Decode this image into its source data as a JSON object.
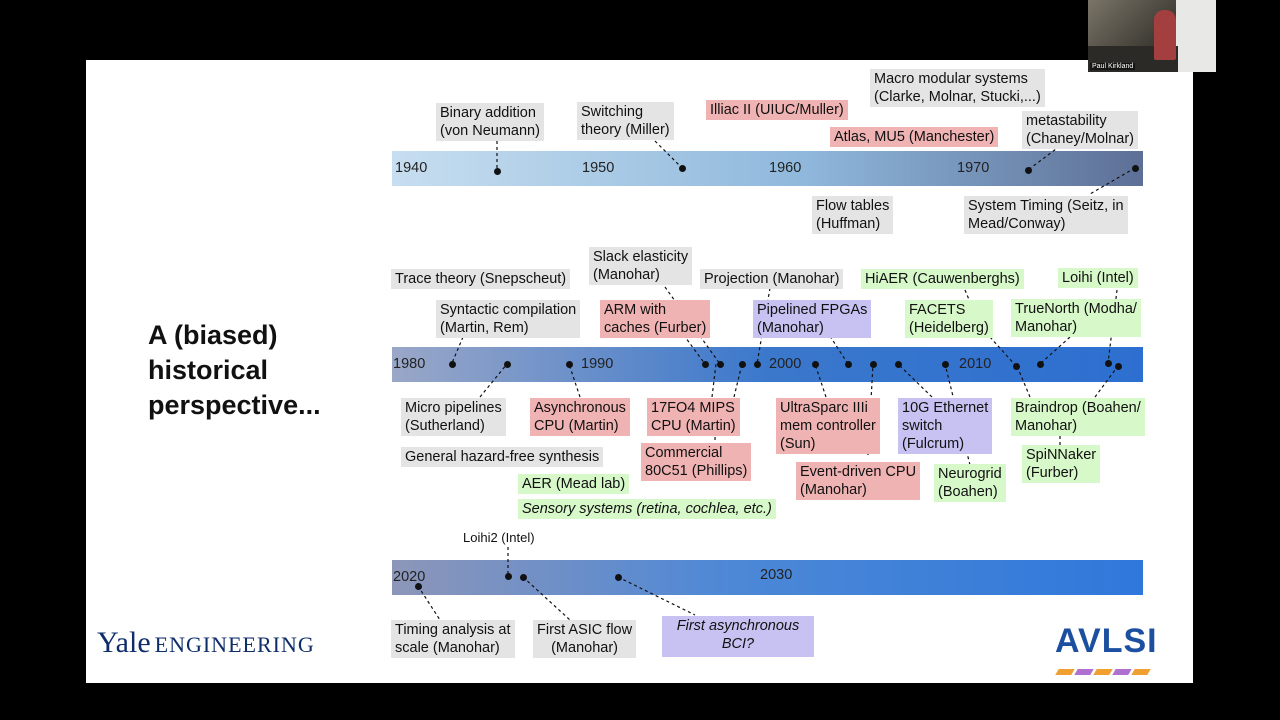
{
  "slide": {
    "title_lines": [
      "A (biased)",
      "historical",
      "perspective..."
    ],
    "yale_logo_word": "Yale",
    "yale_logo_sub": "ENGINEERING",
    "avlsi_logo": "AVLSI"
  },
  "video": {
    "participant_name": "Paul Kirkland"
  },
  "timeline1": {
    "years": [
      "1940",
      "1950",
      "1960",
      "1970"
    ],
    "labels": [
      [
        "Binary addition",
        "(von Neumann)"
      ],
      [
        "Switching",
        "theory (Miller)"
      ],
      [
        "Illiac II (UIUC/Muller)"
      ],
      [
        "Macro modular systems",
        "(Clarke, Molnar, Stucki,...)"
      ],
      [
        "Atlas, MU5 (Manchester)"
      ],
      [
        "metastability",
        "(Chaney/Molnar)"
      ],
      [
        "Flow tables",
        "(Huffman)"
      ],
      [
        "System Timing (Seitz, in",
        "Mead/Conway)"
      ]
    ]
  },
  "timeline2": {
    "years": [
      "1980",
      "1990",
      "2000",
      "2010"
    ],
    "labels": [
      [
        "Trace theory (Snepscheut)"
      ],
      [
        "Slack elasticity",
        "(Manohar)"
      ],
      [
        "Syntactic compilation",
        "(Martin, Rem)"
      ],
      [
        "ARM with",
        "caches (Furber)"
      ],
      [
        "Projection (Manohar)"
      ],
      [
        "Pipelined FPGAs",
        "(Manohar)"
      ],
      [
        "HiAER (Cauwenberghs)"
      ],
      [
        "FACETS",
        "(Heidelberg)"
      ],
      [
        "Loihi (Intel)"
      ],
      [
        "TrueNorth (Modha/",
        "Manohar)"
      ],
      [
        "Micro pipelines",
        "(Sutherland)"
      ],
      [
        "Asynchronous",
        "CPU (Martin)"
      ],
      [
        "17FO4  MIPS",
        "CPU (Martin)"
      ],
      [
        "UltraSparc IIIi",
        "mem controller",
        "(Sun)"
      ],
      [
        "10G Ethernet",
        "switch",
        "(Fulcrum)"
      ],
      [
        "Braindrop (Boahen/",
        "Manohar)"
      ],
      [
        "General hazard-free synthesis"
      ],
      [
        "Commercial",
        "80C51 (Phillips)"
      ],
      [
        "Event-driven CPU",
        "(Manohar)"
      ],
      [
        "Neurogrid",
        "(Boahen)"
      ],
      [
        "SpiNNaker",
        "(Furber)"
      ],
      [
        "AER (Mead lab)"
      ],
      [
        "Sensory systems (retina, cochlea, etc.)"
      ]
    ]
  },
  "timeline3": {
    "years": [
      "2020",
      "2030"
    ],
    "labels": [
      [
        "Loihi2 (Intel)"
      ],
      [
        "Timing analysis at",
        "scale (Manohar)"
      ],
      [
        "First ASIC flow",
        "(Manohar)"
      ],
      [
        "First asynchronous",
        "BCI?"
      ]
    ]
  }
}
